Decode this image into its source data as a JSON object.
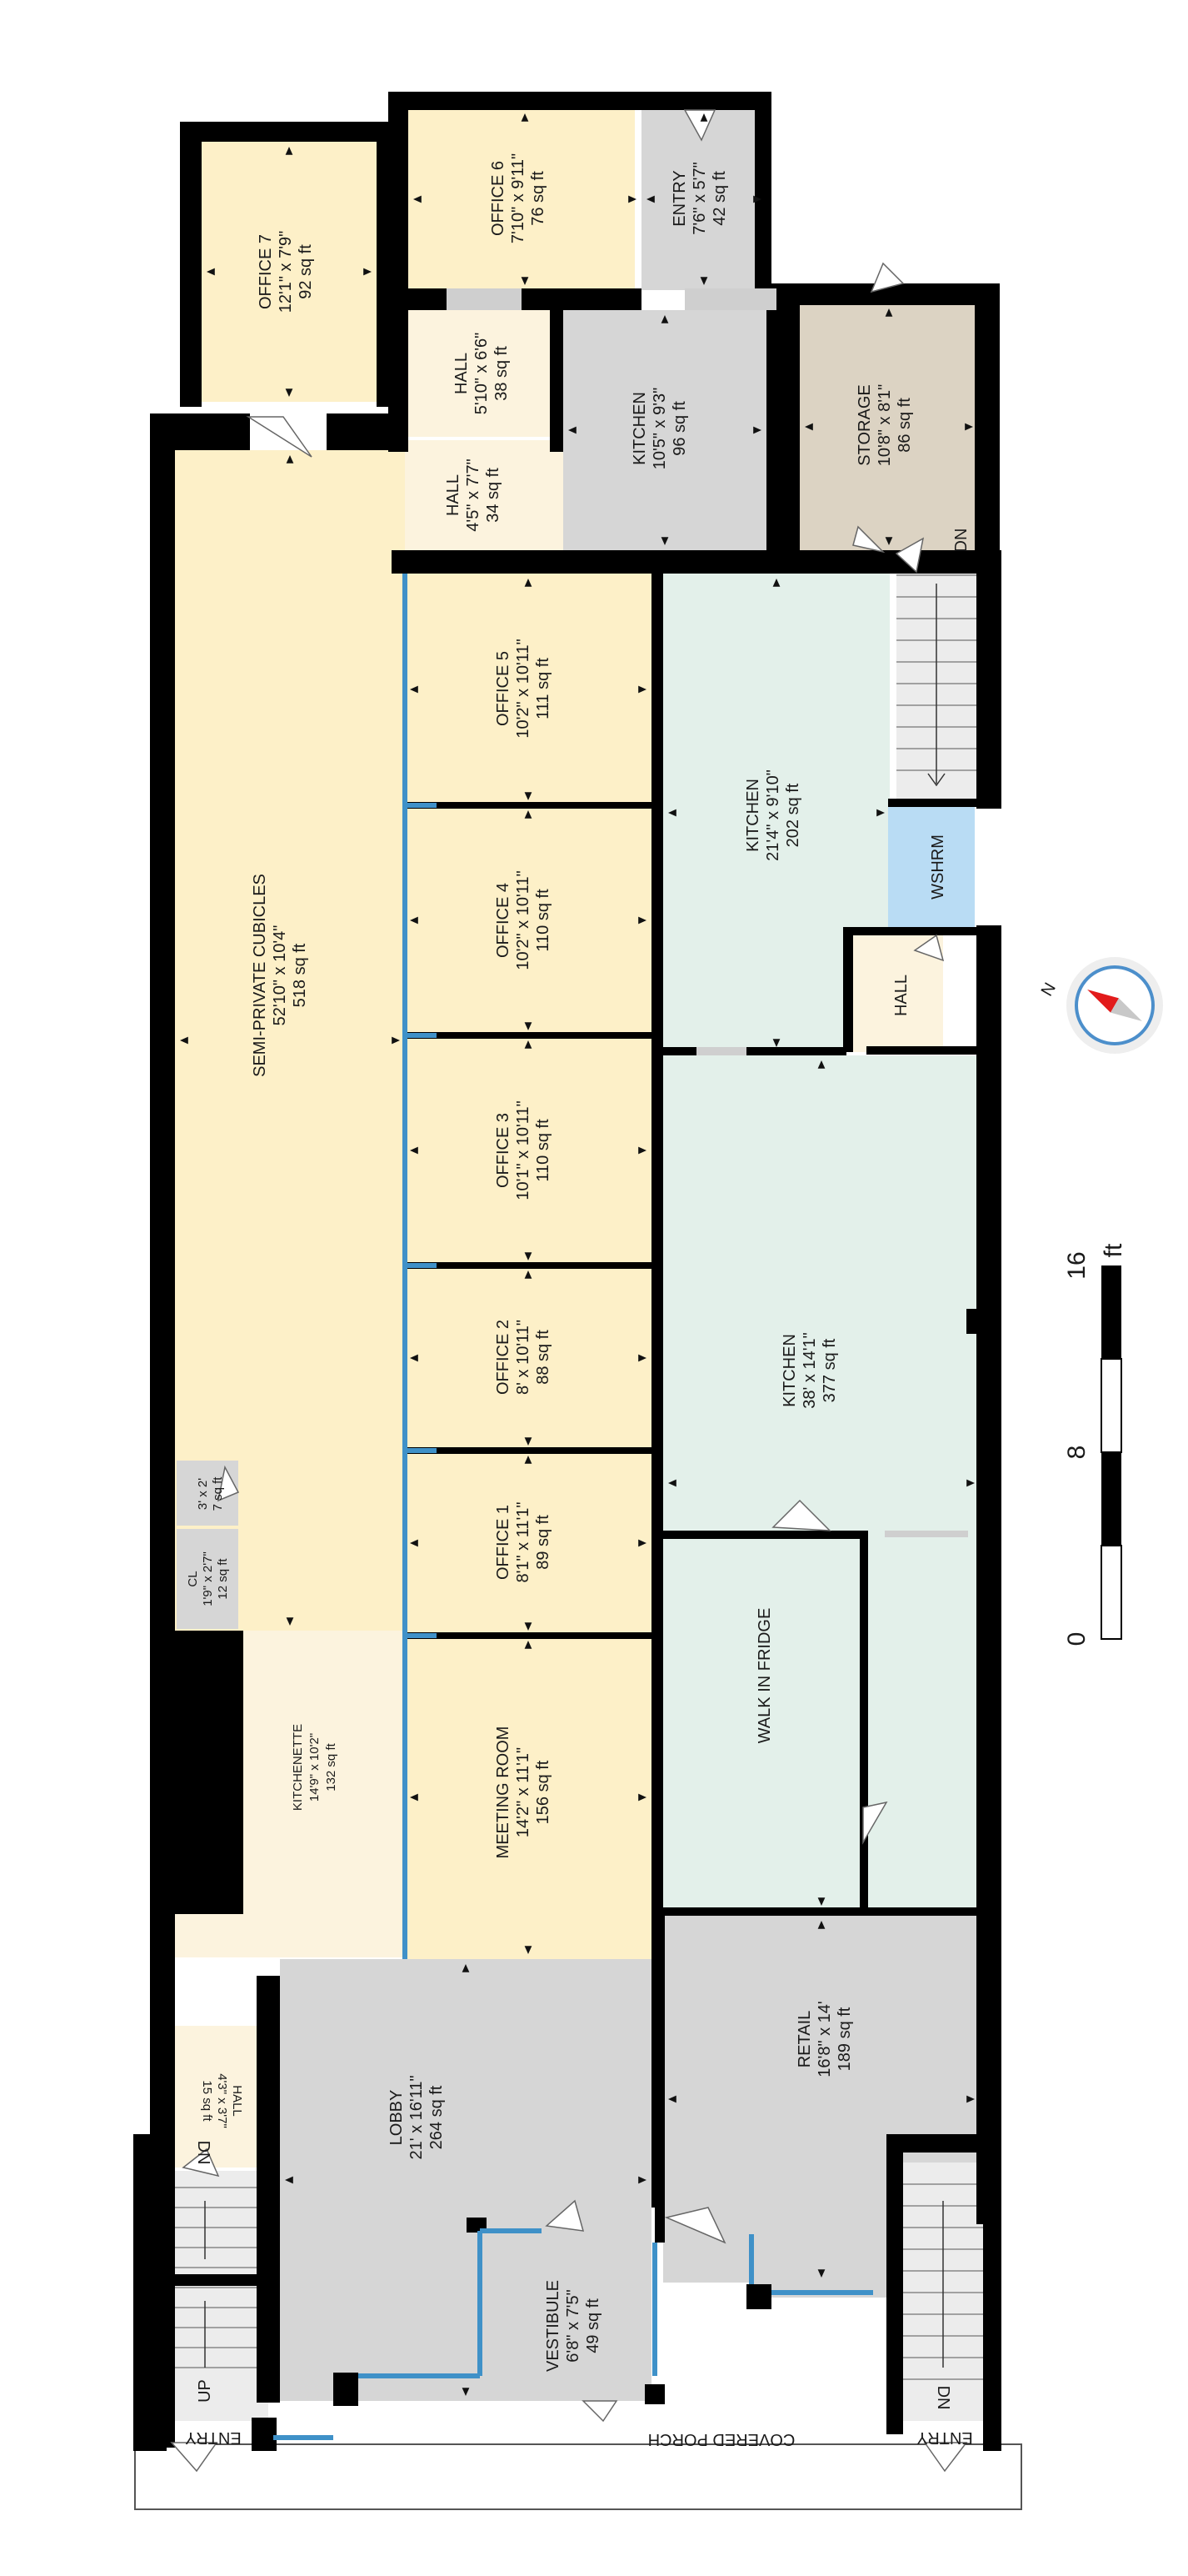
{
  "colors": {
    "office": "#fdf0c8",
    "common": "#fcf3de",
    "service": "#d6d6d6",
    "kitchen": "#e3f0ea",
    "washroom": "#b9dcf4",
    "storage": "#dcd3c3",
    "wall": "#000000",
    "glass": "#3f91c8"
  },
  "rooms": {
    "office7": {
      "name": "OFFICE 7",
      "dims": "12'1\" x 7'9\"",
      "area": "92 sq ft"
    },
    "office6": {
      "name": "OFFICE 6",
      "dims": "7'10\" x 9'11\"",
      "area": "76 sq ft"
    },
    "entry_top": {
      "name": "ENTRY",
      "dims": "7'6\" x 5'7\"",
      "area": "42 sq ft"
    },
    "hall_a": {
      "name": "HALL",
      "dims": "5'10\" x 6'6\"",
      "area": "38 sq ft"
    },
    "kitchen_s": {
      "name": "KITCHEN",
      "dims": "10'5\" x 9'3\"",
      "area": "96 sq ft"
    },
    "storage": {
      "name": "STORAGE",
      "dims": "10'8\" x 8'1\"",
      "area": "86 sq ft"
    },
    "hall_b": {
      "name": "HALL",
      "dims": "4'5\" x 7'7\"",
      "area": "34 sq ft"
    },
    "cubicles": {
      "name": "SEMI-PRIVATE CUBICLES",
      "dims": "52'10\" x 10'4\"",
      "area": "518 sq ft"
    },
    "office5": {
      "name": "OFFICE 5",
      "dims": "10'2\" x 10'11\"",
      "area": "111 sq ft"
    },
    "office4": {
      "name": "OFFICE 4",
      "dims": "10'2\" x 10'11\"",
      "area": "110 sq ft"
    },
    "office3": {
      "name": "OFFICE 3",
      "dims": "10'1\" x 10'11\"",
      "area": "110 sq ft"
    },
    "office2": {
      "name": "OFFICE 2",
      "dims": "8' x 10'11\"",
      "area": "88 sq ft"
    },
    "office1": {
      "name": "OFFICE 1",
      "dims": "8'1\" x 11'1\"",
      "area": "89 sq ft"
    },
    "meeting": {
      "name": "MEETING ROOM",
      "dims": "14'2\" x 11'1\"",
      "area": "156 sq ft"
    },
    "kitchen_m": {
      "name": "KITCHEN",
      "dims": "21'4\" x 9'10\"",
      "area": "202 sq ft"
    },
    "kitchen_l": {
      "name": "KITCHEN",
      "dims": "38' x 14'1\"",
      "area": "377 sq ft"
    },
    "washroom": {
      "name": "WSHRM"
    },
    "hall_c": {
      "name": "HALL"
    },
    "walkin": {
      "name": "WALK IN FRIDGE"
    },
    "closet_a": {
      "name": "CL",
      "dims": "1'9\" x 2'7\"",
      "area": "12 sq ft"
    },
    "closet_b": {
      "dims": "3' x 2'",
      "area": "7 sq ft"
    },
    "kitchenette": {
      "name": "KITCHENETTE",
      "dims": "14'9\" x 10'2\"",
      "area": "132 sq ft"
    },
    "hall_d": {
      "name": "HALL",
      "dims": "4'3\" x 3'7\"",
      "area": "15 sq ft"
    },
    "lobby": {
      "name": "LOBBY",
      "dims": "21' x 16'11\"",
      "area": "264 sq ft"
    },
    "vestibule": {
      "name": "VESTIBULE",
      "dims": "6'8\" x 7'5\"",
      "area": "49 sq ft"
    },
    "retail": {
      "name": "RETAIL",
      "dims": "16'8\" x 14'",
      "area": "189 sq ft"
    }
  },
  "stairs": {
    "top_dn": "DN",
    "left_up": "UP",
    "left_dn": "DN",
    "left_entry": "ENTRY",
    "right_dn": "DN",
    "right_entry": "ENTRY"
  },
  "porch_label": "COVERED PORCH",
  "compass": {
    "label": "N"
  },
  "scale": {
    "ticks": [
      "0",
      "8",
      "16"
    ],
    "unit": "ft"
  }
}
